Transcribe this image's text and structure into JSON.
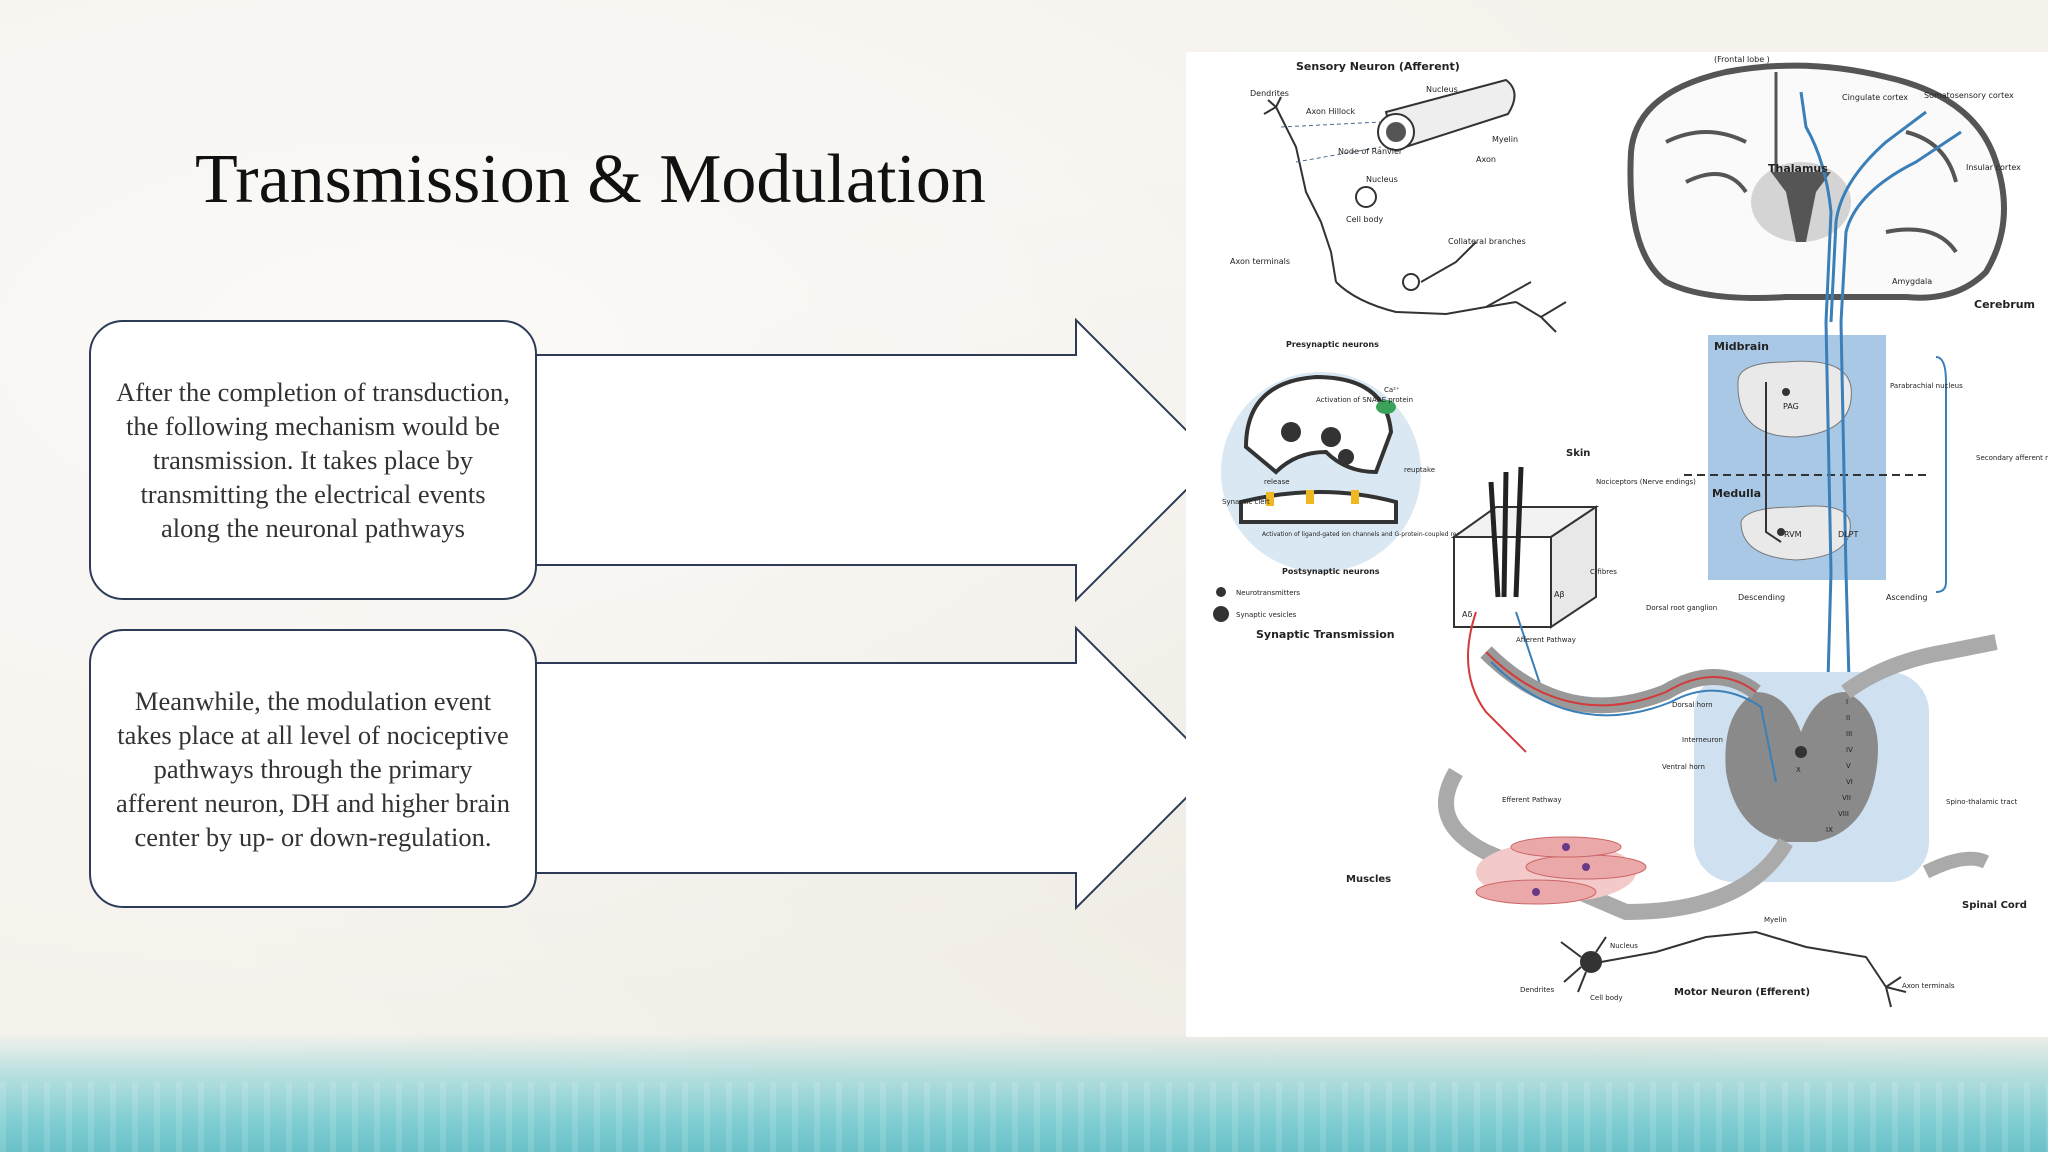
{
  "slide": {
    "title": "Transmission & Modulation",
    "box1_text": "After the completion of transduction, the following mechanism would be transmission. It takes place by transmitting the electrical events along the neuronal pathways",
    "box2_text": "Meanwhile, the modulation event takes place at all level of nociceptive pathways through the primary afferent neuron, DH and higher brain center by up- or down-regulation."
  },
  "figure": {
    "sensory_neuron": "Sensory Neuron (Afferent)",
    "frontal_lobe": "(Frontal lobe )",
    "dendrites": "Dendrites",
    "axon_hillock": "Axon Hillock",
    "nucleus": "Nucleus",
    "myelin": "Myelin",
    "axon": "Axon",
    "node_ranvier": "Node of Ranvier",
    "cell_body": "Cell body",
    "collateral": "Collateral branches",
    "axon_terminals": "Axon terminals",
    "cingulate": "Cingulate cortex",
    "somatosensory": "Somatosensory cortex",
    "thalamus": "Thalamus",
    "insular": "Insular cortex",
    "amygdala": "Amygdala",
    "cerebrum": "Cerebrum",
    "presynaptic": "Presynaptic neurons",
    "snare": "Activation of SNARE protein",
    "ca": "Ca²⁺",
    "reuptake": "reuptake",
    "release": "release",
    "synaptic_cleft": "Synaptic cleft",
    "activation_ligand": "Activation of ligand-gated ion channels and G-protein-coupled receptors",
    "postsynaptic": "Postsynaptic neurons",
    "neurotransmitters": "Neurotransmitters",
    "vesicles": "Synaptic vesicles",
    "synaptic_transmission": "Synaptic Transmission",
    "midbrain": "Midbrain",
    "pag": "PAG",
    "parabrachial": "Parabrachial nucleus",
    "secondary": "Secondary afferent neurons",
    "medulla": "Medulla",
    "rvm": "RVM",
    "dlpt": "DLPT",
    "descending": "Descending",
    "ascending": "Ascending",
    "skin": "Skin",
    "nociceptors": "Nociceptors (Nerve endings)",
    "c_fibres": "C-fibres",
    "a_delta": "Aδ",
    "a_beta": "Aβ",
    "afferent_pathway": "Afferent Pathway",
    "drg": "Dorsal root ganglion",
    "dorsal_horn": "Dorsal horn",
    "interneuron": "Interneuron",
    "ventral_horn": "Ventral horn",
    "efferent_pathway": "Efferent Pathway",
    "spinothalamic": "Spino-thalamic tract",
    "muscles": "Muscles",
    "spinal_cord": "Spinal Cord",
    "motor_neuron": "Motor Neuron (Efferent)",
    "laminae": [
      "I",
      "II",
      "III",
      "IV",
      "V",
      "VI",
      "VII",
      "VIII",
      "IX",
      "X"
    ]
  },
  "colors": {
    "box_border": "#2d3b56",
    "wash": "#7fcdd2",
    "blue_region": "#a9c8e6",
    "pathway_blue": "#3a7fb8",
    "pathway_red": "#d33a3a"
  }
}
